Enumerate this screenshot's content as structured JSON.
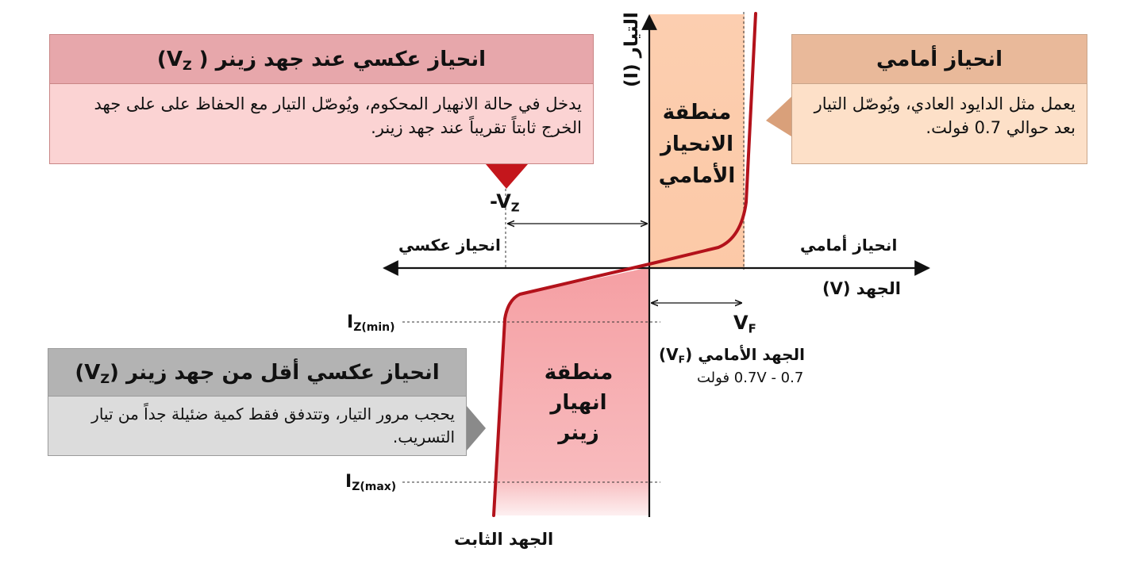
{
  "title": "",
  "axes": {
    "y_label": "التيار (I)",
    "x_label": "الجهد (V)",
    "forward_side_label": "انحياز أمامي",
    "reverse_side_label": "انحياز عكسي"
  },
  "regions": {
    "forward": "منطقة\nالانحياز\nالأمامي",
    "breakdown": "منطقة\nانهيار\nزينر"
  },
  "markers": {
    "neg_vz": "-V",
    "neg_vz_sub": "Z",
    "vf": "V",
    "vf_sub": "F",
    "iz_min": "I",
    "iz_min_sub": "Z(min)",
    "iz_max": "I",
    "iz_max_sub": "Z(max)",
    "constant_voltage": "الجهد الثابت",
    "forward_voltage_title": "الجهد الأمامي (V",
    "forward_voltage_sub": "F",
    "forward_voltage_close": ")",
    "forward_voltage_value": "0.7V - 0.7 فولت"
  },
  "boxes": {
    "reverse_at_vz": {
      "title": "انحياز عكسي عند جهد زينر ( V",
      "title_sub": "Z",
      "title_close": ")",
      "body": "يدخل في حالة الانهيار المحكوم، ويُوصّل التيار مع الحفاظ على على جهد الخرج ثابتاً تقريباً عند جهد زينر."
    },
    "forward_bias": {
      "title": "انحياز أمامي",
      "body": "يعمل مثل الدايود العادي، ويُوصّل التيار بعد حوالي 0.7 فولت."
    },
    "reverse_below_vz": {
      "title": "انحياز عكسي أقل من جهد زينر (V",
      "title_sub": "Z",
      "title_close": ")",
      "body": "يحجب مرور التيار، وتتدفق فقط كمية ضئيلة جداً من تيار التسريب."
    }
  },
  "colors": {
    "curve": "#b3121b",
    "forward_region": "#fcc9a7",
    "breakdown_region": "#f59fa3",
    "axis": "#111111",
    "pointer_red": "#c4161c",
    "pointer_tan": "#d9a07a",
    "pointer_gray": "#8a8a8a"
  }
}
